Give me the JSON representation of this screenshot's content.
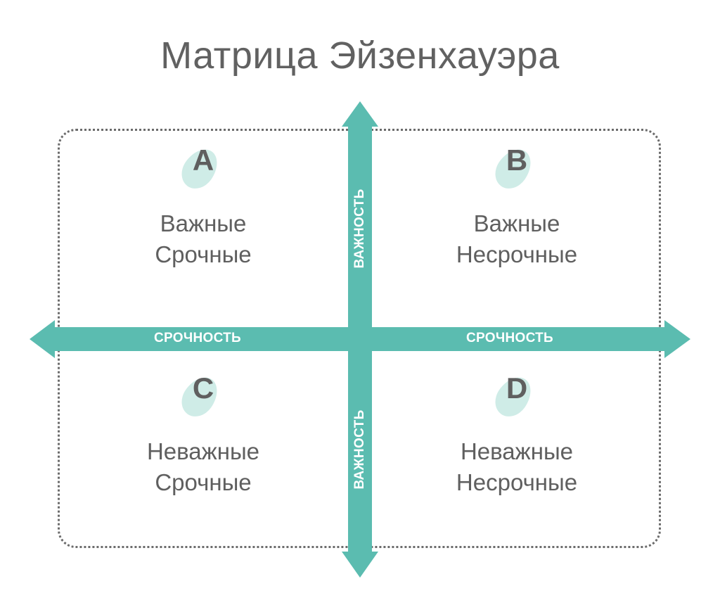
{
  "title": "Матрица Эйзенхауэра",
  "colors": {
    "axis": "#5bbcb0",
    "badge_blob": "#cfece7",
    "text": "#5f5f5f",
    "frame_border": "#6b6b6b"
  },
  "axes": {
    "horizontal_left_label": "СРОЧНОСТЬ",
    "horizontal_right_label": "СРОЧНОСТЬ",
    "vertical_top_label": "ВАЖНОСТЬ",
    "vertical_bottom_label": "ВАЖНОСТЬ"
  },
  "quadrants": [
    {
      "letter": "A",
      "line1": "Важные",
      "line2": "Срочные"
    },
    {
      "letter": "B",
      "line1": "Важные",
      "line2": "Несрочные"
    },
    {
      "letter": "C",
      "line1": "Неважные",
      "line2": "Срочные"
    },
    {
      "letter": "D",
      "line1": "Неважные",
      "line2": "Несрочные"
    }
  ]
}
